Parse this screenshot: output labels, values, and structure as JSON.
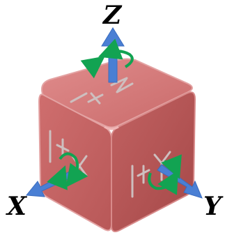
{
  "axes": {
    "z": {
      "label": "Z",
      "color": "#4a7fd4"
    },
    "x": {
      "label": "X",
      "color": "#4a7fd4"
    },
    "y": {
      "label": "Y",
      "color": "#4a7fd4"
    }
  },
  "rotation_color": "#12a352",
  "cube": {
    "top_color": "#d17474",
    "left_color": "#c56363",
    "right_color": "#b85454",
    "edge_highlight": "#e89a9a",
    "face_marks": [
      "+Z",
      "+X",
      "+Y"
    ]
  }
}
